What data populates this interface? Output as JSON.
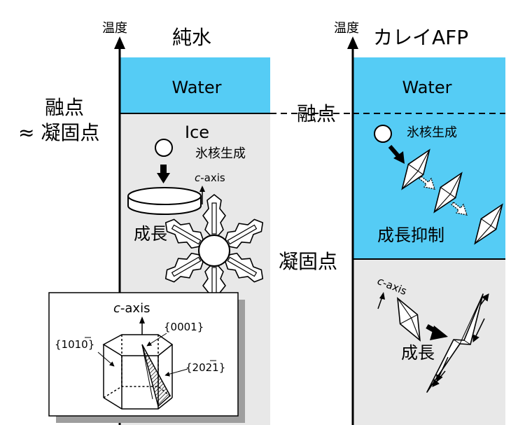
{
  "colors": {
    "water": "#55ccf5",
    "ice": "#e8e8e8",
    "line": "#000000"
  },
  "left_panel": {
    "axis_label": "温度",
    "title": "純水",
    "water_label": "Water",
    "melting_point": "融点",
    "approx_freezing_point": "≈ 凝固点",
    "ice_label": "Ice",
    "nucleation_label": "氷核生成",
    "c_axis_prefix": "c",
    "c_axis_suffix": "-axis",
    "growth_label": "成長"
  },
  "crystal_inset": {
    "c_axis_prefix": "c",
    "c_axis_suffix": "-axis",
    "face_basal": "{0001}",
    "face_prism": "{1010}",
    "face_pyramidal": "{2021}"
  },
  "right_panel": {
    "axis_label": "温度",
    "title": "カレイAFP",
    "water_label": "Water",
    "melting_point": "融点",
    "nucleation_label": "氷核生成",
    "growth_inhibition_label": "成長抑制",
    "freezing_point": "凝固点",
    "c_axis_prefix": "c",
    "c_axis_suffix": "-axis",
    "growth_label": "成長"
  }
}
